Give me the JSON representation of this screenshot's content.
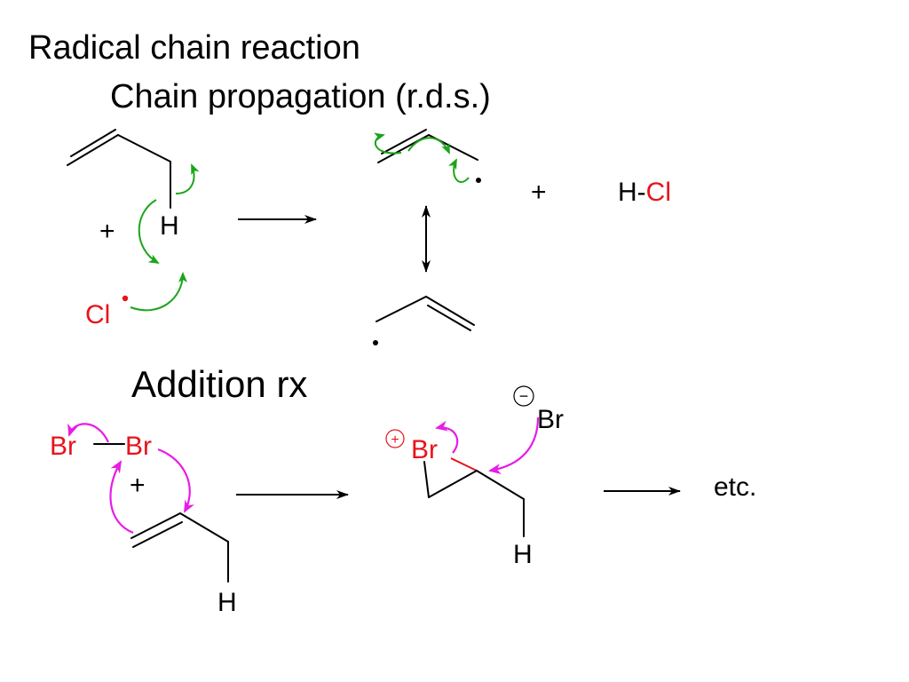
{
  "headings": {
    "title": "Radical chain reaction",
    "subtitle": "Chain propagation (r.d.s.)",
    "addition": "Addition rx"
  },
  "atoms": {
    "h": "H",
    "cl": "Cl",
    "br": "Br",
    "hydrogen_chloride_h": "H-",
    "hydrogen_chloride_cl": "Cl"
  },
  "symbols": {
    "plus": "+",
    "etc": "etc.",
    "positive_charge": "+",
    "negative_charge": "−"
  },
  "colors": {
    "text": "#000000",
    "halogen": "#e8131a",
    "radical_arrow": "#1aa51a",
    "polar_arrow": "#e81ce8"
  }
}
